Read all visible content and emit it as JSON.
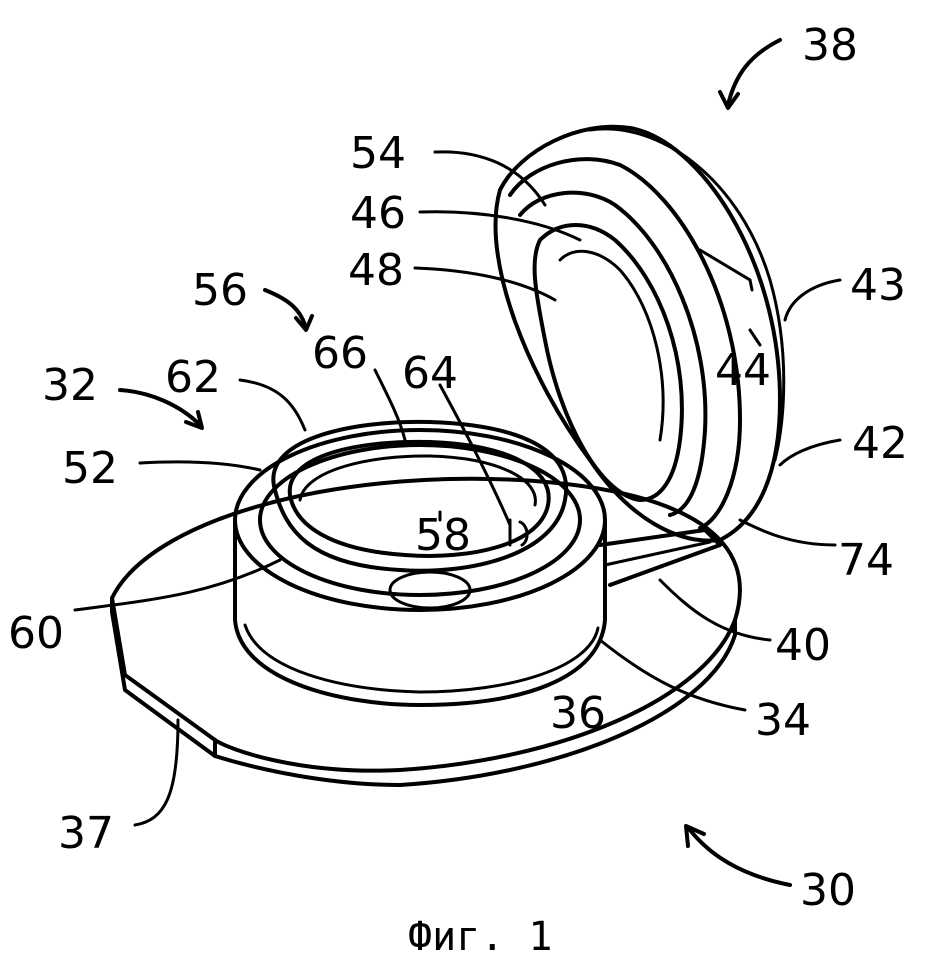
{
  "figure": {
    "caption": "Фиг. 1",
    "labels": {
      "l38": "38",
      "l54": "54",
      "l46": "46",
      "l48": "48",
      "l56": "56",
      "l43": "43",
      "l66": "66",
      "l64": "64",
      "l62": "62",
      "l32": "32",
      "l44": "44",
      "l42": "42",
      "l52": "52",
      "l58": "58",
      "l74": "74",
      "l60": "60",
      "l40": "40",
      "l36": "36",
      "l34": "34",
      "l37": "37",
      "l30": "30"
    }
  }
}
